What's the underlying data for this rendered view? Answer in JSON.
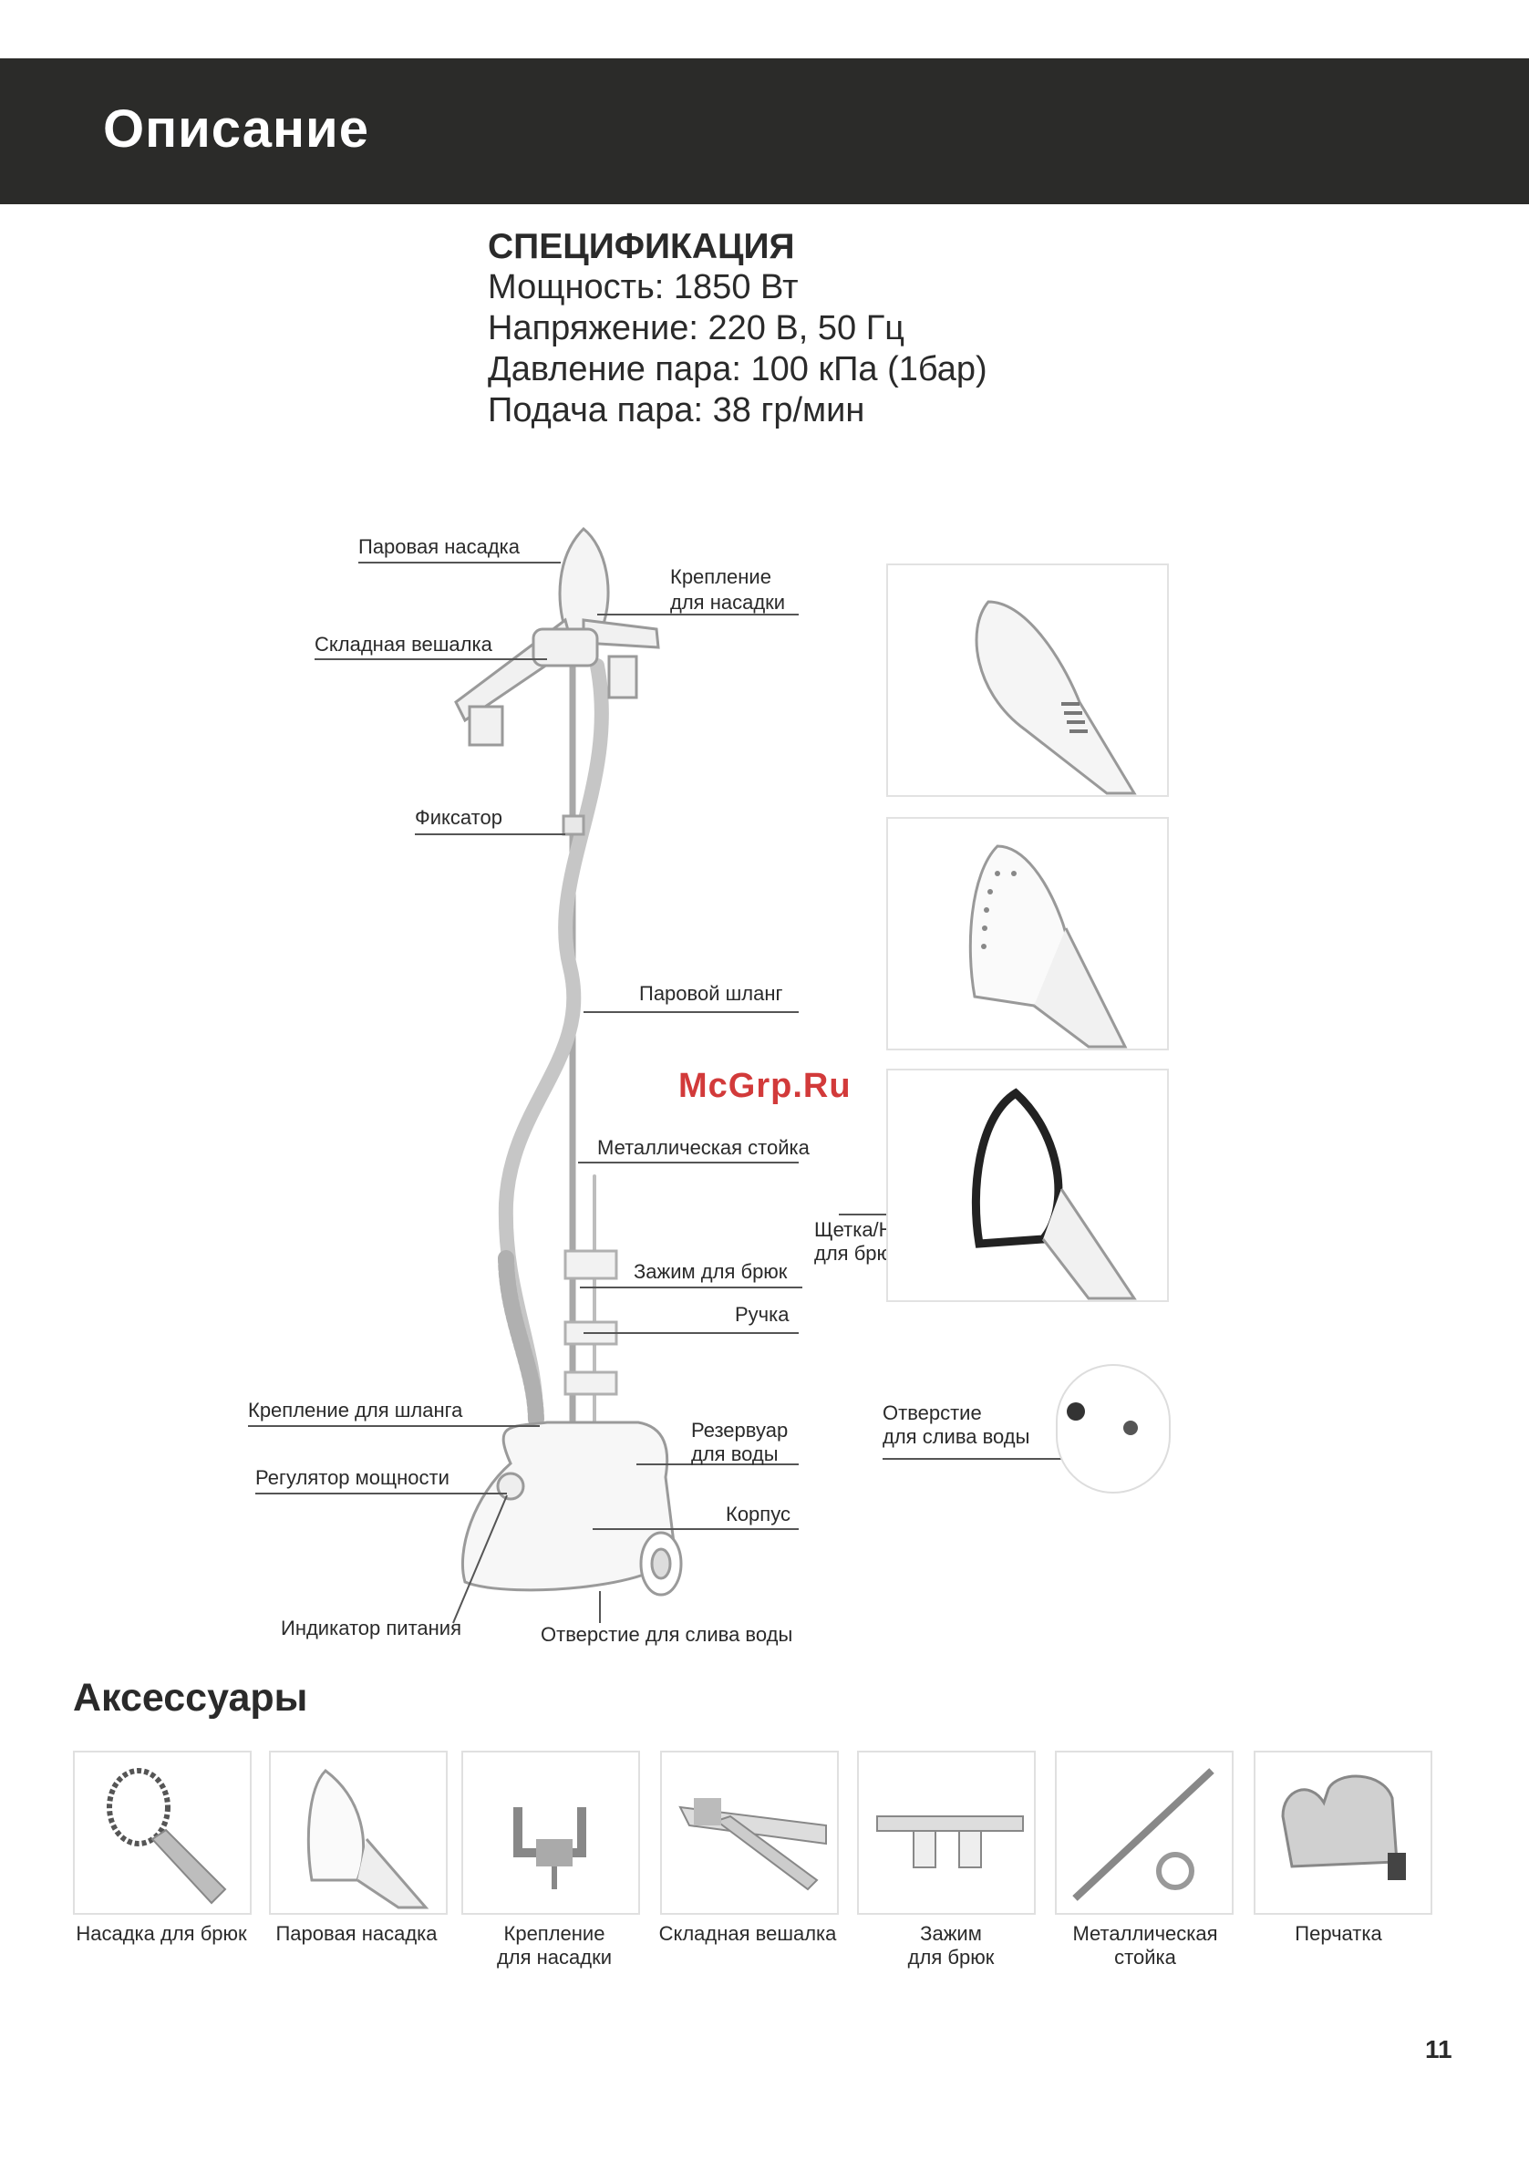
{
  "header": {
    "title": "Описание"
  },
  "spec": {
    "title": "СПЕЦИФИКАЦИЯ",
    "lines": [
      "Мощность: 1850 Вт",
      "Напряжение: 220 В, 50 Гц",
      "Давление пара: 100 кПа (1бар)",
      "Подача пара: 38 гр/мин"
    ]
  },
  "watermark": "McGrp.Ru",
  "labels": {
    "steam_nozzle": "Паровая насадка",
    "nozzle_mount_1": "Крепление",
    "nozzle_mount_2": "для насадки",
    "folding_hanger": "Складная вешалка",
    "lock": "Фиксатор",
    "steam_hose": "Паровой шланг",
    "metal_pole": "Металлическая стойка",
    "trouser_clip": "Зажим для брюк",
    "handle": "Ручка",
    "hose_mount": "Крепление для шланга",
    "tank_1": "Резервуар",
    "tank_2": "для воды",
    "power_regulator": "Регулятор мощности",
    "body": "Корпус",
    "power_indicator": "Индикатор питания",
    "drain_hole": "Отверстие для слива воды",
    "brush_1": "Щетка/Насадка",
    "brush_2": "для брюк",
    "drain_detail_1": "Отверстие",
    "drain_detail_2": "для слива воды"
  },
  "accessories": {
    "title": "Аксессуары",
    "items": [
      {
        "line1": "Насадка для брюк",
        "line2": ""
      },
      {
        "line1": "Паровая насадка",
        "line2": ""
      },
      {
        "line1": "Крепление",
        "line2": "для насадки"
      },
      {
        "line1": "Складная вешалка",
        "line2": ""
      },
      {
        "line1": "Зажим",
        "line2": "для брюк"
      },
      {
        "line1": "Металлическая",
        "line2": "стойка"
      },
      {
        "line1": "Перчатка",
        "line2": ""
      }
    ]
  },
  "page_number": "11"
}
